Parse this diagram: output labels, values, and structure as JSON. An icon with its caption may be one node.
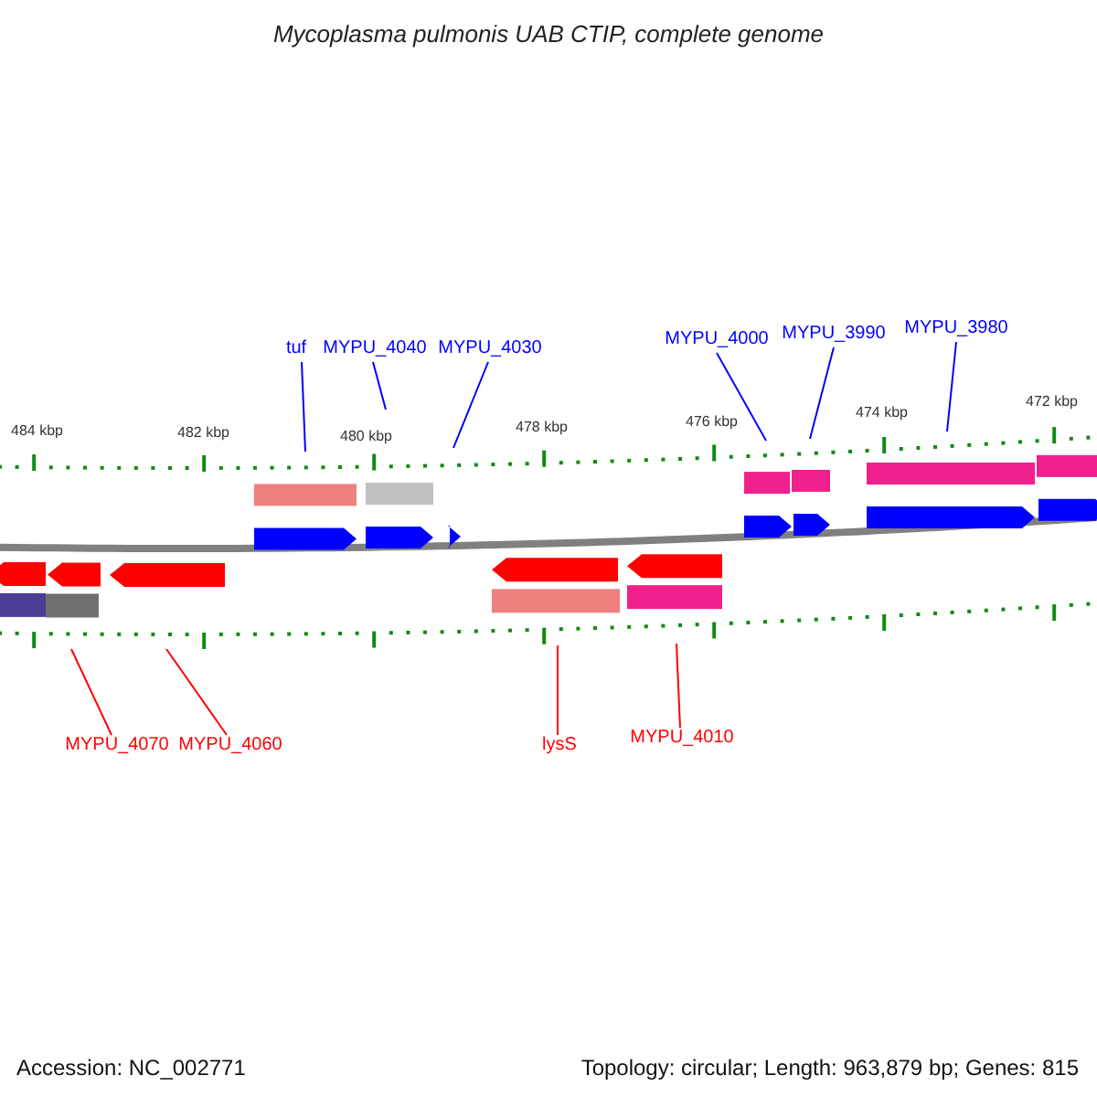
{
  "diagram": {
    "title": "Mycoplasma pulmonis UAB CTIP, complete genome",
    "nodes": [
      {
        "text": [
          "tuf"
        ]
      },
      {
        "text": [
          "MYPU_4040"
        ]
      },
      {
        "text": [
          "MYPU_4030"
        ]
      },
      {
        "text": [
          "MYPU_4000"
        ]
      },
      {
        "text": [
          "MYPU_3990"
        ]
      },
      {
        "text": [
          "MYPU_3980"
        ]
      },
      {
        "text": [
          "MYPU_4070"
        ]
      },
      {
        "text": [
          "MYPU_4060"
        ]
      },
      {
        "text": [
          "lysS"
        ]
      },
      {
        "text": [
          "MYPU_4010"
        ]
      }
    ],
    "edges": [
      {
        "from": 0,
        "to": null,
        "arrow": "none"
      },
      {
        "from": 1,
        "to": null,
        "arrow": "none"
      },
      {
        "from": 2,
        "to": null,
        "arrow": "none"
      },
      {
        "from": 3,
        "to": null,
        "arrow": "none"
      },
      {
        "from": 4,
        "to": null,
        "arrow": "none"
      },
      {
        "from": 5,
        "to": null,
        "arrow": "none"
      },
      {
        "from": 6,
        "to": null,
        "arrow": "none",
        "color": "#ff0000"
      },
      {
        "from": 7,
        "to": null,
        "arrow": "none",
        "color": "#ff0000"
      },
      {
        "from": 8,
        "to": null,
        "arrow": "none",
        "color": "#ff0000"
      },
      {
        "from": 9,
        "to": null,
        "arrow": "none",
        "color": "#ff0000"
      }
    ],
    "labels": [
      "484 kbp",
      "482 kbp",
      "480 kbp",
      "478 kbp",
      "476 kbp",
      "474 kbp",
      "472 kbp",
      "Accession: NC_002771",
      "Topology: circular; Length: 963,879 bp; Genes: 815"
    ]
  }
}
